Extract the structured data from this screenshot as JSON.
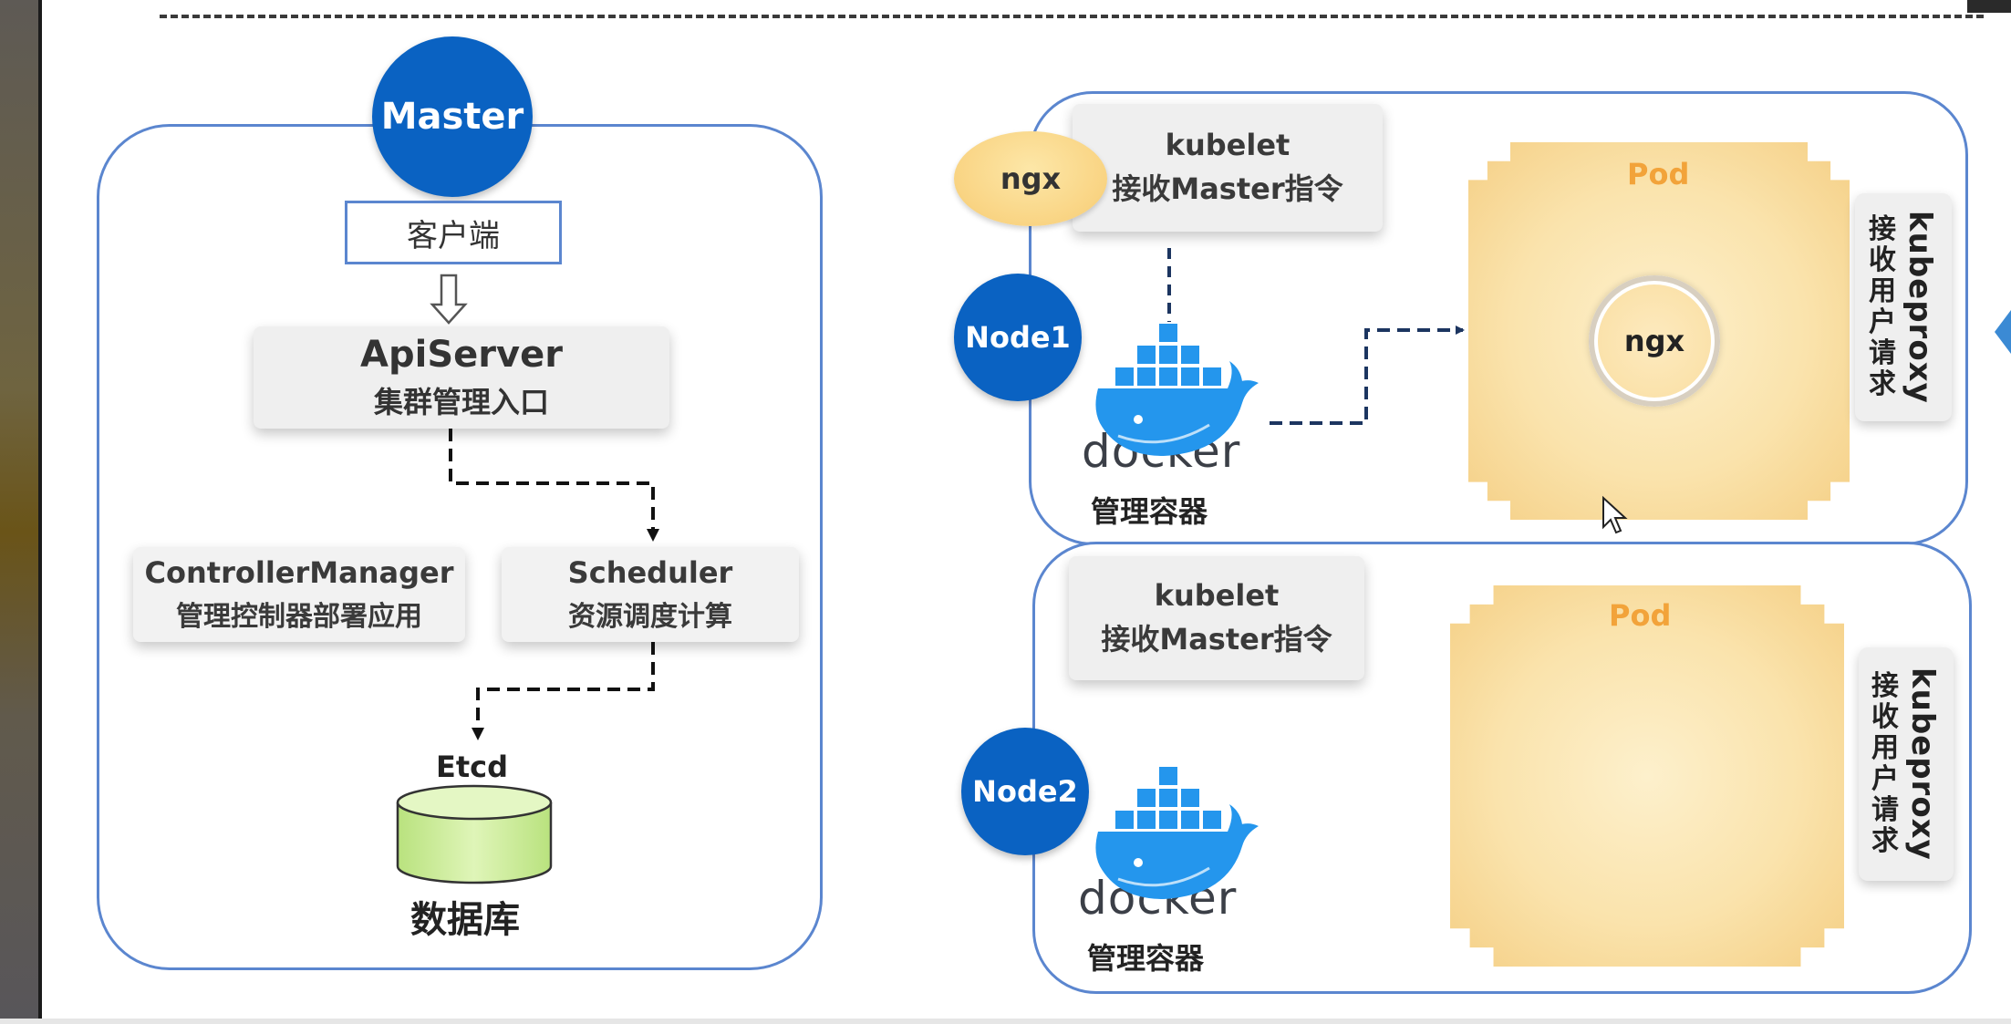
{
  "master": {
    "badge": "Master",
    "client": "客户端",
    "apiserver": {
      "title": "ApiServer",
      "subtitle": "集群管理入口"
    },
    "controller": {
      "title": "ControllerManager",
      "subtitle": "管理控制器部署应用"
    },
    "scheduler": {
      "title": "Scheduler",
      "subtitle": "资源调度计算"
    },
    "etcd": {
      "title": "Etcd",
      "subtitle": "数据库"
    }
  },
  "node1": {
    "badge": "Node1",
    "kubelet": {
      "title": "kubelet",
      "subtitle": "接收Master指令"
    },
    "ngx_tag": "ngx",
    "docker": {
      "logo": "docker",
      "caption": "管理容器"
    },
    "pod": {
      "label": "Pod",
      "container": "ngx"
    },
    "kubeproxy": {
      "latin": "kubeproxy",
      "cn": [
        "接",
        "收",
        "用",
        "户",
        "请",
        "求"
      ]
    }
  },
  "node2": {
    "badge": "Node2",
    "kubelet": {
      "title": "kubelet",
      "subtitle": "接收Master指令"
    },
    "docker": {
      "logo": "docker",
      "caption": "管理容器"
    },
    "pod": {
      "label": "Pod"
    },
    "kubeproxy": {
      "latin": "kubeproxy",
      "cn": [
        "接",
        "收",
        "用",
        "户",
        "请",
        "求"
      ]
    }
  },
  "icons": [
    "docker-whale-icon",
    "down-arrow-icon",
    "cursor-icon",
    "database-icon"
  ],
  "colors": {
    "badge_blue": "#0a62c2",
    "panel_border": "#5b86cf",
    "pod_fill": "#fae3ac",
    "pod_label": "#f2a33a",
    "docker_blue": "#2496ed",
    "etcd_green": "#cdeea0",
    "arrow_navy": "#1c3560"
  }
}
